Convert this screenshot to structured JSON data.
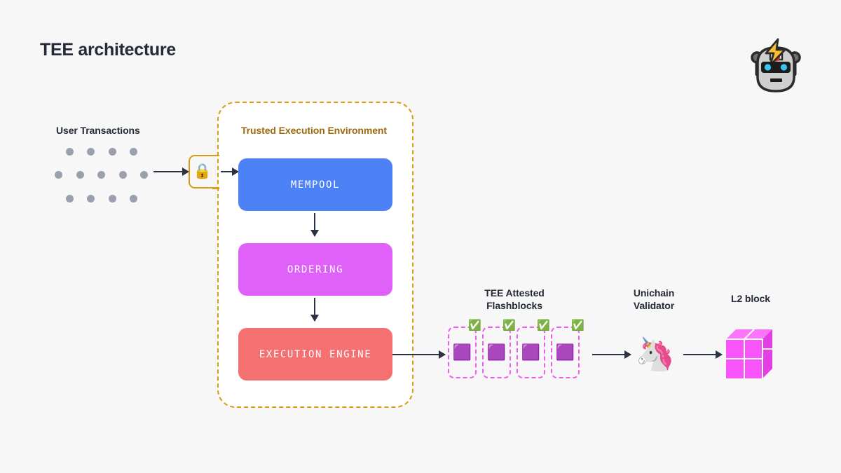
{
  "page": {
    "title": "TEE architecture",
    "background": "#f7f7f7",
    "text_color": "#242a38"
  },
  "brand": {
    "logo_icon": "robot-face-with-lightning-bolt"
  },
  "user_transactions": {
    "label": "User Transactions",
    "dot_color": "#9aa0ae",
    "dot_rows": [
      4,
      5,
      4
    ]
  },
  "gate": {
    "icon": "lock-icon",
    "glyph": "🔒",
    "border_color": "#d99b12"
  },
  "tee": {
    "title": "Trusted Execution Environment",
    "title_color": "#9d6a10",
    "border_color": "#d99b12",
    "fill": "#ffffff",
    "stages": [
      {
        "label": "MEMPOOL",
        "color": "#4d82f7"
      },
      {
        "label": "ORDERING",
        "color": "#e060fa"
      },
      {
        "label": "EXECUTION ENGINE",
        "color": "#f57070"
      }
    ]
  },
  "flashblocks": {
    "label_line1": "TEE Attested",
    "label_line2": "Flashblocks",
    "border_color": "#f05cf0",
    "count": 4,
    "cube_glyph": "🟪",
    "check_glyph": "✅",
    "items": [
      {
        "cube": "🟪",
        "check": "✅"
      },
      {
        "cube": "🟪",
        "check": "✅"
      },
      {
        "cube": "🟪",
        "check": "✅"
      },
      {
        "cube": "🟪",
        "check": "✅"
      }
    ]
  },
  "validator": {
    "label_line1": "Unichain",
    "label_line2": "Validator",
    "icon": "unicorn-face-icon",
    "glyph": "🦄"
  },
  "l2_block": {
    "label": "L2 block",
    "color": "#f954f9",
    "icon": "pink-cube-icon"
  },
  "arrows": {
    "color": "#2b3243"
  }
}
